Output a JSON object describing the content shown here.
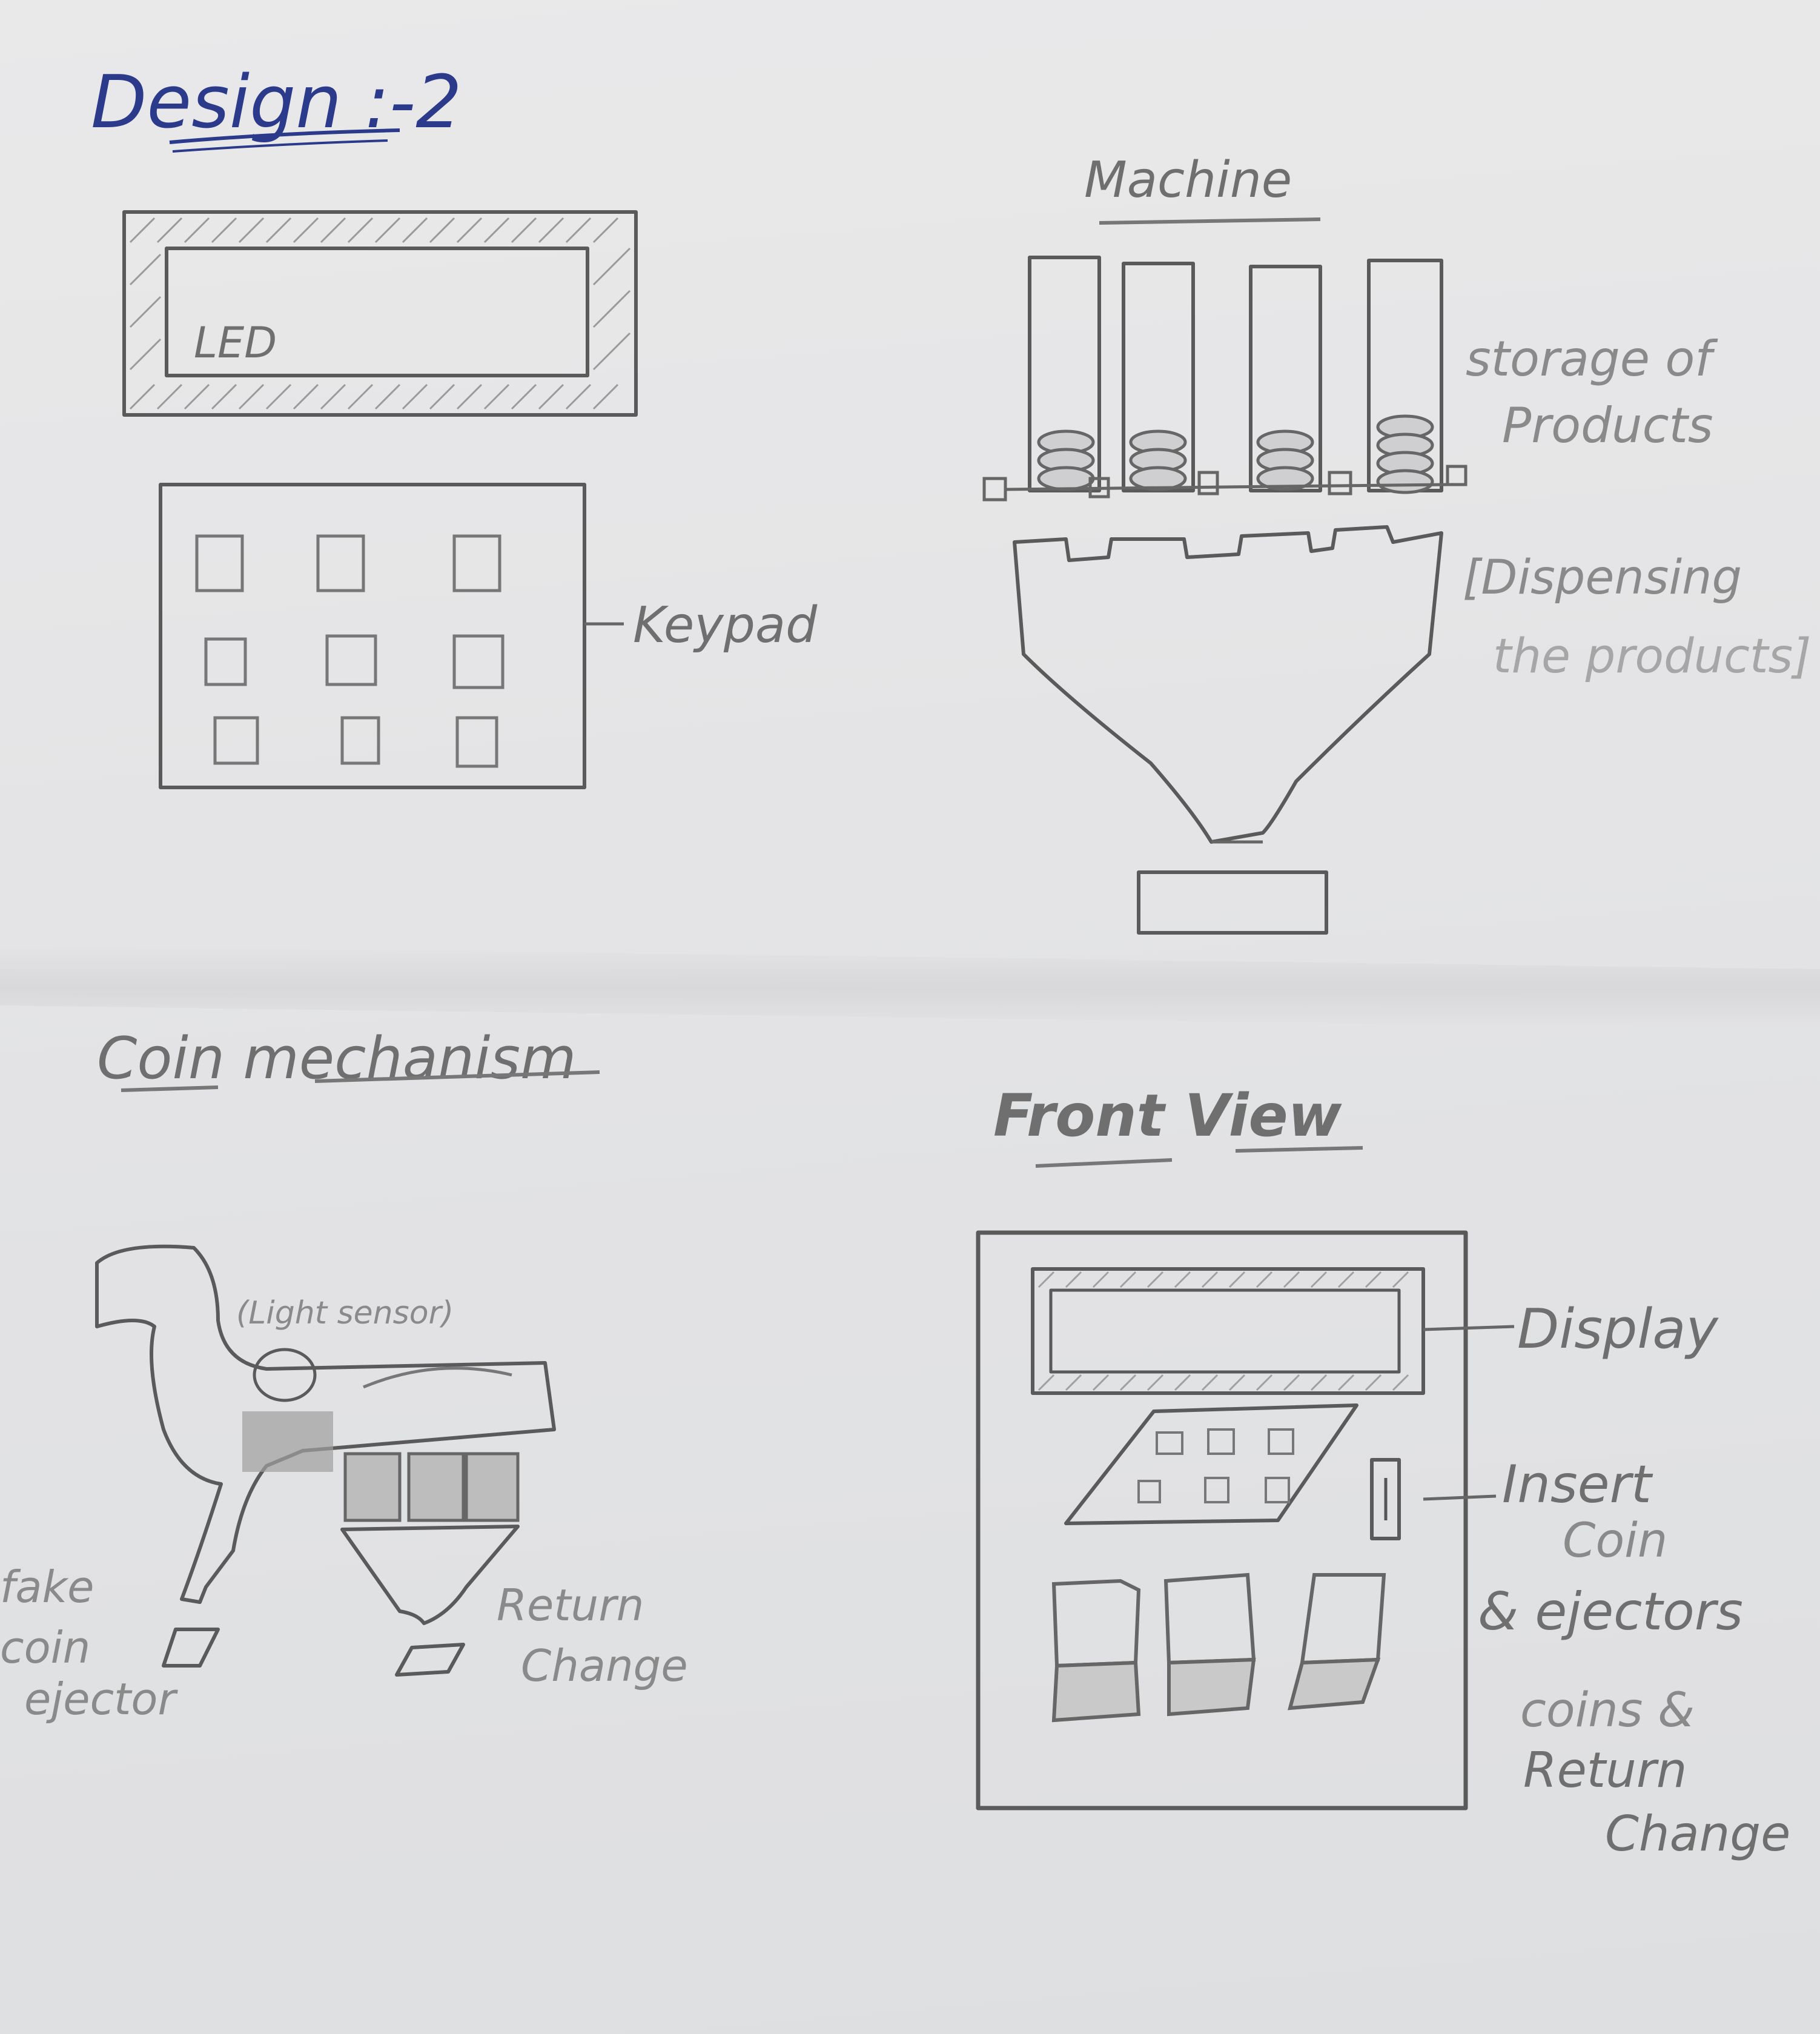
{
  "page": {
    "title": "Design :-2"
  },
  "sections": {
    "machine": {
      "heading": "Machine",
      "storage_label_line1": "storage of",
      "storage_label_line2": "Products",
      "dispensing_label_line1": "[Dispensing",
      "dispensing_label_line2": "the products]"
    },
    "led_panel": {
      "label": "LED"
    },
    "keypad": {
      "label": "Keypad"
    },
    "coin_mechanism": {
      "heading": "Coin mechanism",
      "sensor_label": "(Light sensor)",
      "fake_coin_line1": "fake",
      "fake_coin_line2": "coin",
      "fake_coin_line3": "ejector",
      "return_change_line1": "Return",
      "return_change_line2": "Change"
    },
    "front_view": {
      "heading": "Front View",
      "display_label": "Display",
      "insert_coin_line1": "Insert",
      "insert_coin_line2": "Coin",
      "ejectors_line1": "& ejectors",
      "ejectors_line2": "coins &",
      "ejectors_line3": "Return",
      "ejectors_line4": "Change"
    }
  },
  "colors": {
    "ink": "#2b3a8a",
    "pencil": "#6f6f6f",
    "paper": "#e6e6e8"
  }
}
